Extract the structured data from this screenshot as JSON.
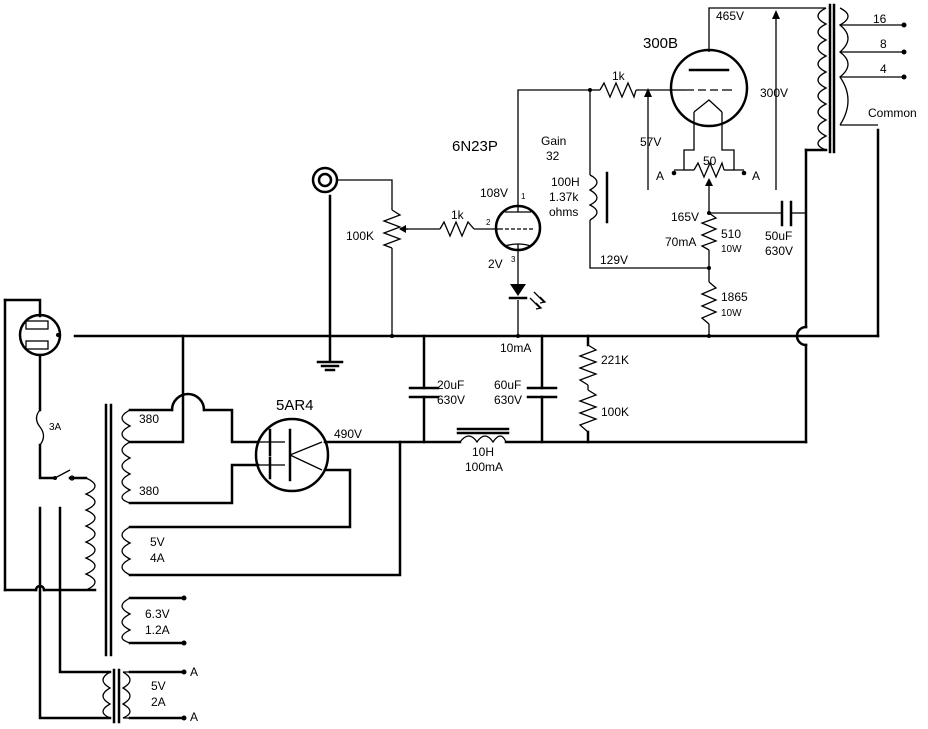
{
  "tubes": {
    "v_300b": "300B",
    "v_6n23p": "6N23P",
    "v_5ar4": "5AR4",
    "pins": {
      "plate": "1",
      "grid": "2",
      "cathode": "3"
    }
  },
  "output_transformer": {
    "taps": [
      "16",
      "8",
      "4"
    ],
    "common": "Common"
  },
  "power_stage": {
    "plate_voltage": "465V",
    "plate_cathode_voltage": "300V",
    "grid_stopper": "1k",
    "grid_voltage": "57V",
    "hum_pot": "50",
    "filament_a_left": "A",
    "filament_a_right": "A",
    "cathode_voltage": "165V",
    "cathode_current": "70mA",
    "cathode_res_value": "510",
    "cathode_res_watt": "10W",
    "bypass_cap_value": "50uF",
    "bypass_cap_voltage": "630V",
    "bleed_res_value": "1865",
    "bleed_res_watt": "10W",
    "node_voltage": "129V"
  },
  "driver_stage": {
    "gain_label": "Gain",
    "gain_value": "32",
    "plate_choke_l": "100H",
    "plate_choke_r": "1.37k",
    "plate_choke_unit": "ohms",
    "plate_voltage": "108V",
    "cathode_voltage": "2V",
    "grid_stopper": "1k",
    "volume_pot": "100K",
    "current": "10mA"
  },
  "power_supply": {
    "fuse": "3A",
    "hv_winding_top": "380",
    "hv_winding_bottom": "380",
    "rect_heater_v": "5V",
    "rect_heater_a": "4A",
    "heater_v": "6.3V",
    "heater_a": "1.2A",
    "fil_v": "5V",
    "fil_a": "2A",
    "fil_a_top": "A",
    "fil_a_bottom": "A",
    "rectified_voltage": "490V",
    "cap1_value": "20uF",
    "cap1_voltage": "630V",
    "cap2_value": "60uF",
    "cap2_voltage": "630V",
    "choke_l": "10H",
    "choke_i": "100mA",
    "divider_top": "221K",
    "divider_bottom": "100K"
  }
}
